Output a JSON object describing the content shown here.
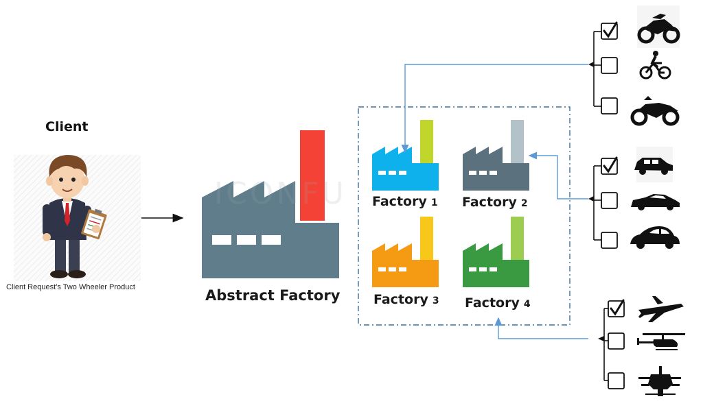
{
  "client": {
    "title": "Client",
    "caption": "Client Request’s Two Wheeler Product"
  },
  "abstract_factory": {
    "label": "Abstract Factory",
    "watermark": "ICONFU"
  },
  "factories": [
    {
      "name": "Factory",
      "num": "1",
      "color": "#0fb1ec",
      "chimney": "#c1d62a"
    },
    {
      "name": "Factory",
      "num": "2",
      "color": "#5b717d",
      "chimney": "#b3c2c9"
    },
    {
      "name": "Factory",
      "num": "3",
      "color": "#f59a13",
      "chimney": "#f7c81a"
    },
    {
      "name": "Factory",
      "num": "4",
      "color": "#3a9a41",
      "chimney": "#9ccc50"
    }
  ],
  "product_groups": [
    {
      "group": "two-wheelers",
      "items": [
        {
          "icon": "sport-motorcycle-icon",
          "checked": true
        },
        {
          "icon": "bicycle-icon",
          "checked": false
        },
        {
          "icon": "cruiser-motorcycle-icon",
          "checked": false
        }
      ]
    },
    {
      "group": "cars",
      "items": [
        {
          "icon": "suv-icon",
          "checked": true
        },
        {
          "icon": "sports-car-icon",
          "checked": false
        },
        {
          "icon": "beetle-car-icon",
          "checked": false
        }
      ]
    },
    {
      "group": "aircraft",
      "items": [
        {
          "icon": "jet-plane-icon",
          "checked": true
        },
        {
          "icon": "helicopter-icon",
          "checked": false
        },
        {
          "icon": "attack-helicopter-icon",
          "checked": false
        }
      ]
    }
  ],
  "colors": {
    "connector": "#5b9bd5",
    "abstract_factory_body": "#607d8b",
    "abstract_factory_chimney": "#f44336"
  }
}
